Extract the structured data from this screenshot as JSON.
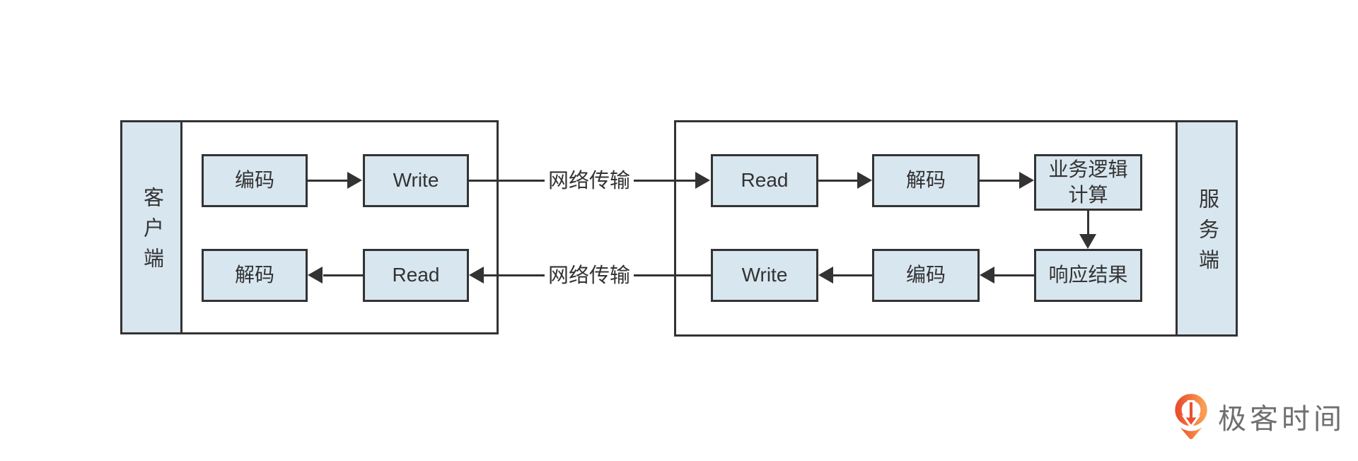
{
  "client": {
    "label": "客户端",
    "encode": "编码",
    "write": "Write",
    "decode": "解码",
    "read": "Read"
  },
  "server": {
    "label": "服务端",
    "read": "Read",
    "decode": "解码",
    "logic": "业务逻辑\n计算",
    "response": "响应结果",
    "encode": "编码",
    "write": "Write"
  },
  "network": {
    "request_label": "网络传输",
    "response_label": "网络传输"
  },
  "branding": {
    "name": "极客时间"
  },
  "colors": {
    "box_fill": "#d8e6ef",
    "stroke": "#333333",
    "text": "#333333",
    "logo_orange_dark": "#e9512e",
    "logo_orange_light": "#f99e52",
    "logo_text_gray": "#6f6f6f"
  }
}
